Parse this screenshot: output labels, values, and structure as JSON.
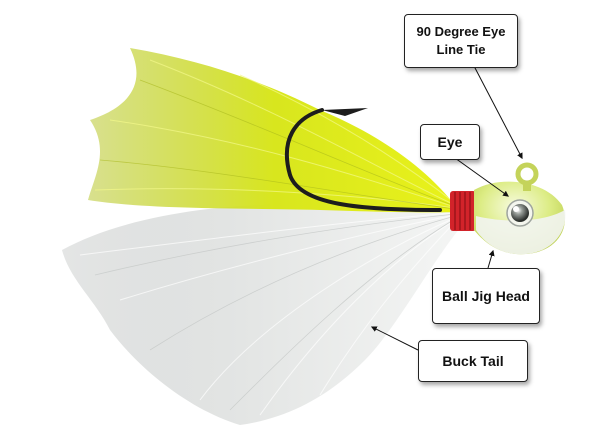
{
  "labels": {
    "line_tie": "90 Degree Eye\nLine Tie",
    "line_tie_1": "90 Degree Eye",
    "line_tie_2": "Line Tie",
    "eye": "Eye",
    "jig_head": "Ball Jig Head",
    "buck_tail": "Buck Tail"
  },
  "colors": {
    "chartreuse": "#d4e21c",
    "white_tail": "#eef0ef",
    "thread_red": "#d2232a",
    "head_green": "#d8e97a",
    "hook": "#1d1d1d"
  }
}
